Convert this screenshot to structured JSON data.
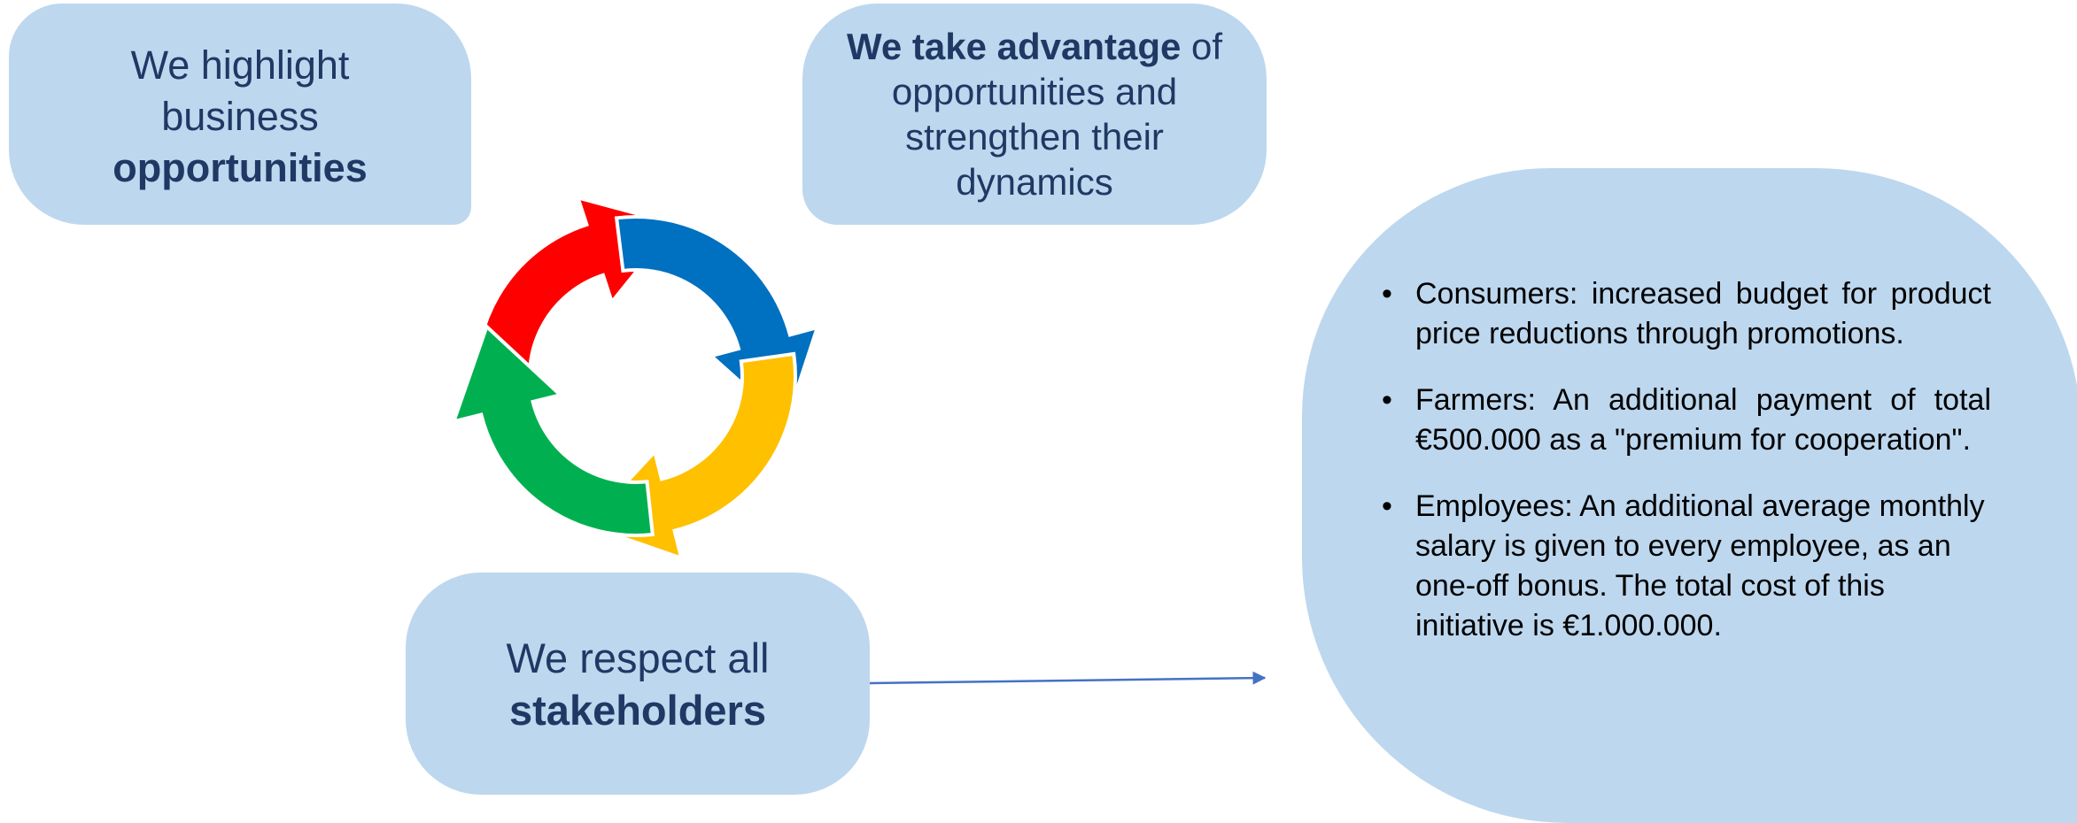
{
  "highlight": {
    "line1": "We highlight",
    "line2": "business",
    "bold": "opportunities"
  },
  "advantage": {
    "bold": "We take advantage",
    "rest1": " of",
    "line2": "opportunities and",
    "line3": "strengthen their",
    "line4": "dynamics"
  },
  "respect": {
    "line1": "We respect all",
    "bold": "stakeholders"
  },
  "details": {
    "bullet": "•",
    "items": [
      "Consumers: increased budget for product price reductions through promotions.",
      "Farmers: An additional payment of total €500.000 as a \"premium for cooperation\".",
      "Employees: An additional average monthly salary is given to every employee, as an one-off bonus. The total cost of this initiative is €1.000.000."
    ]
  },
  "cycle": {
    "arrows": [
      {
        "name": "red-arrow",
        "color": "#ff0000"
      },
      {
        "name": "blue-arrow",
        "color": "#0070c0"
      },
      {
        "name": "yellow-arrow",
        "color": "#ffc000"
      },
      {
        "name": "green-arrow",
        "color": "#00b050"
      }
    ]
  },
  "connector": {
    "color": "#4472c4"
  }
}
